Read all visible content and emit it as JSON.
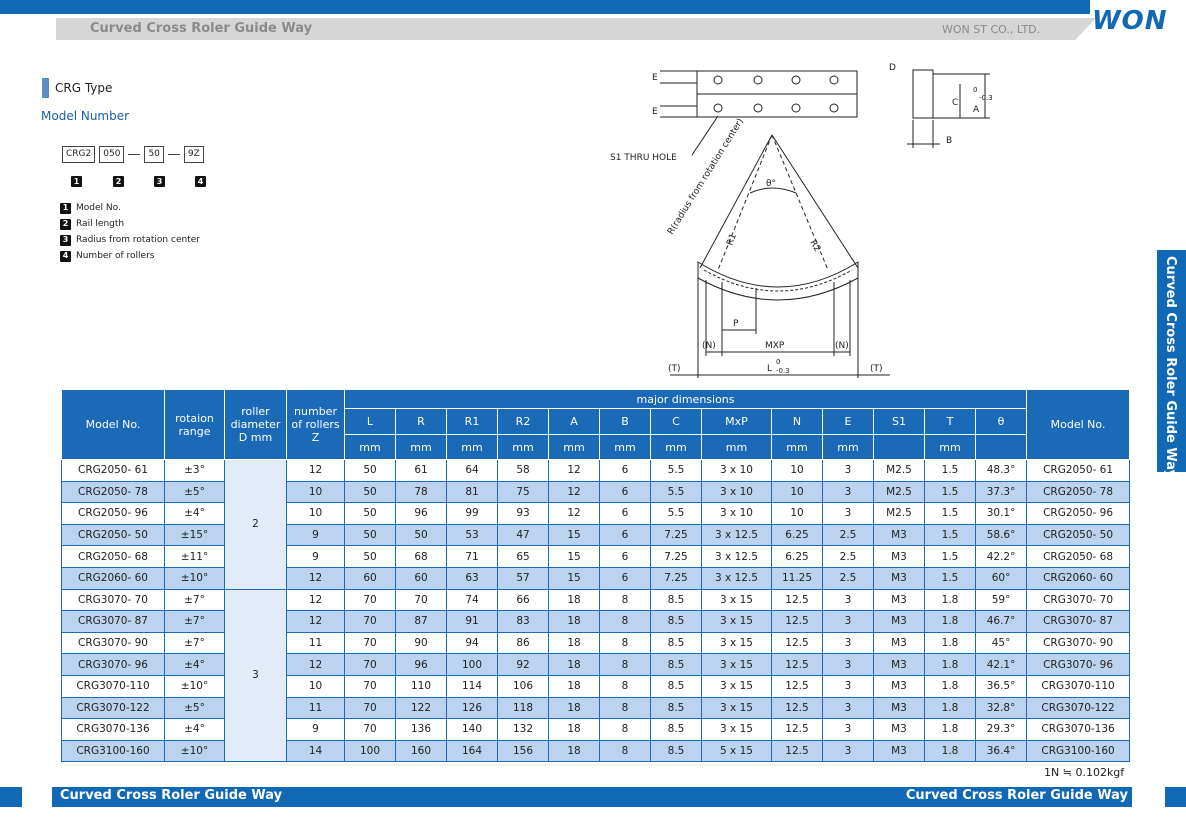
{
  "header": {
    "title": "Curved Cross Roler Guide Way",
    "company": "WON ST CO., LTD.",
    "logo": "WON",
    "side_tab": "Curved Cross Roler Guide Way"
  },
  "intro": {
    "type_label": "CRG Type",
    "model_number_label": "Model Number",
    "code_parts": [
      "CRG2",
      "050",
      "50",
      "9Z"
    ],
    "badges": [
      "1",
      "2",
      "3",
      "4"
    ],
    "legend": [
      {
        "num": "1",
        "text": "Model No."
      },
      {
        "num": "2",
        "text": "Rail length"
      },
      {
        "num": "3",
        "text": "Radius from rotation center"
      },
      {
        "num": "4",
        "text": "Number of rollers"
      }
    ]
  },
  "drawing": {
    "labels": {
      "e_top": "E",
      "e_bottom": "E",
      "s1_hole": "S1 THRU HOLE",
      "radius": "R(radius from rotation center)",
      "theta": "θ°",
      "r1": "R1",
      "r2": "R2",
      "p": "P",
      "mxp": "MXP",
      "n_left": "(N)",
      "n_right": "(N)",
      "t_left": "(T)",
      "t_right": "(T)",
      "l_tol": "L",
      "l_sup": "0",
      "l_sub": "-0.3",
      "d": "D",
      "c": "C",
      "a_tol": "A",
      "a_sup": "0",
      "a_sub": "-0.3",
      "b": "B"
    }
  },
  "table": {
    "headers": {
      "model_no": "Model No.",
      "rotation_range": "rotaion range",
      "roller_diameter": "roller diameter D mm",
      "number_of_rollers": "number of rollers Z",
      "major_dimensions": "major dimensions",
      "model_no_right": "Model No."
    },
    "dim_cols": [
      {
        "name": "L",
        "unit": "mm"
      },
      {
        "name": "R",
        "unit": "mm"
      },
      {
        "name": "R1",
        "unit": "mm"
      },
      {
        "name": "R2",
        "unit": "mm"
      },
      {
        "name": "A",
        "unit": "mm"
      },
      {
        "name": "B",
        "unit": "mm"
      },
      {
        "name": "C",
        "unit": "mm"
      },
      {
        "name": "MxP",
        "unit": "mm"
      },
      {
        "name": "N",
        "unit": "mm"
      },
      {
        "name": "E",
        "unit": "mm"
      },
      {
        "name": "S1",
        "unit": ""
      },
      {
        "name": "T",
        "unit": "mm"
      },
      {
        "name": "θ",
        "unit": ""
      }
    ],
    "groups": [
      {
        "diameter": "2",
        "rows": 6
      },
      {
        "diameter": "3",
        "rows": 8
      }
    ],
    "rows": [
      [
        "CRG2050- 61",
        "±3°",
        "12",
        "50",
        "61",
        "64",
        "58",
        "12",
        "6",
        "5.5",
        "3 x 10",
        "10",
        "3",
        "M2.5",
        "1.5",
        "48.3°",
        "CRG2050- 61"
      ],
      [
        "CRG2050- 78",
        "±5°",
        "10",
        "50",
        "78",
        "81",
        "75",
        "12",
        "6",
        "5.5",
        "3 x 10",
        "10",
        "3",
        "M2.5",
        "1.5",
        "37.3°",
        "CRG2050- 78"
      ],
      [
        "CRG2050- 96",
        "±4°",
        "10",
        "50",
        "96",
        "99",
        "93",
        "12",
        "6",
        "5.5",
        "3 x 10",
        "10",
        "3",
        "M2.5",
        "1.5",
        "30.1°",
        "CRG2050- 96"
      ],
      [
        "CRG2050- 50",
        "±15°",
        "9",
        "50",
        "50",
        "53",
        "47",
        "15",
        "6",
        "7.25",
        "3 x 12.5",
        "6.25",
        "2.5",
        "M3",
        "1.5",
        "58.6°",
        "CRG2050- 50"
      ],
      [
        "CRG2050- 68",
        "±11°",
        "9",
        "50",
        "68",
        "71",
        "65",
        "15",
        "6",
        "7.25",
        "3 x 12.5",
        "6.25",
        "2.5",
        "M3",
        "1.5",
        "42.2°",
        "CRG2050- 68"
      ],
      [
        "CRG2060- 60",
        "±10°",
        "12",
        "60",
        "60",
        "63",
        "57",
        "15",
        "6",
        "7.25",
        "3 x 12.5",
        "11.25",
        "2.5",
        "M3",
        "1.5",
        "60°",
        "CRG2060- 60"
      ],
      [
        "CRG3070- 70",
        "±7°",
        "12",
        "70",
        "70",
        "74",
        "66",
        "18",
        "8",
        "8.5",
        "3 x 15",
        "12.5",
        "3",
        "M3",
        "1.8",
        "59°",
        "CRG3070- 70"
      ],
      [
        "CRG3070- 87",
        "±7°",
        "12",
        "70",
        "87",
        "91",
        "83",
        "18",
        "8",
        "8.5",
        "3 x 15",
        "12.5",
        "3",
        "M3",
        "1.8",
        "46.7°",
        "CRG3070- 87"
      ],
      [
        "CRG3070- 90",
        "±7°",
        "11",
        "70",
        "90",
        "94",
        "86",
        "18",
        "8",
        "8.5",
        "3 x 15",
        "12.5",
        "3",
        "M3",
        "1.8",
        "45°",
        "CRG3070- 90"
      ],
      [
        "CRG3070- 96",
        "±4°",
        "12",
        "70",
        "96",
        "100",
        "92",
        "18",
        "8",
        "8.5",
        "3 x 15",
        "12.5",
        "3",
        "M3",
        "1.8",
        "42.1°",
        "CRG3070- 96"
      ],
      [
        "CRG3070-110",
        "±10°",
        "10",
        "70",
        "110",
        "114",
        "106",
        "18",
        "8",
        "8.5",
        "3 x 15",
        "12.5",
        "3",
        "M3",
        "1.8",
        "36.5°",
        "CRG3070-110"
      ],
      [
        "CRG3070-122",
        "±5°",
        "11",
        "70",
        "122",
        "126",
        "118",
        "18",
        "8",
        "8.5",
        "3 x 15",
        "12.5",
        "3",
        "M3",
        "1.8",
        "32.8°",
        "CRG3070-122"
      ],
      [
        "CRG3070-136",
        "±4°",
        "9",
        "70",
        "136",
        "140",
        "132",
        "18",
        "8",
        "8.5",
        "3 x 15",
        "12.5",
        "3",
        "M3",
        "1.8",
        "29.3°",
        "CRG3070-136"
      ],
      [
        "CRG3100-160",
        "±10°",
        "14",
        "100",
        "160",
        "164",
        "156",
        "18",
        "8",
        "8.5",
        "5 x 15",
        "12.5",
        "3",
        "M3",
        "1.8",
        "36.4°",
        "CRG3100-160"
      ]
    ],
    "note": "1N ≒ 0.102kgf"
  },
  "footer": {
    "left": "Curved Cross Roler Guide Way",
    "right": "Curved Cross Roler Guide Way"
  },
  "colors": {
    "brand_blue": "#1168b5",
    "header_row": "#1a6ab8",
    "alt_row": "#bcd3ef"
  }
}
